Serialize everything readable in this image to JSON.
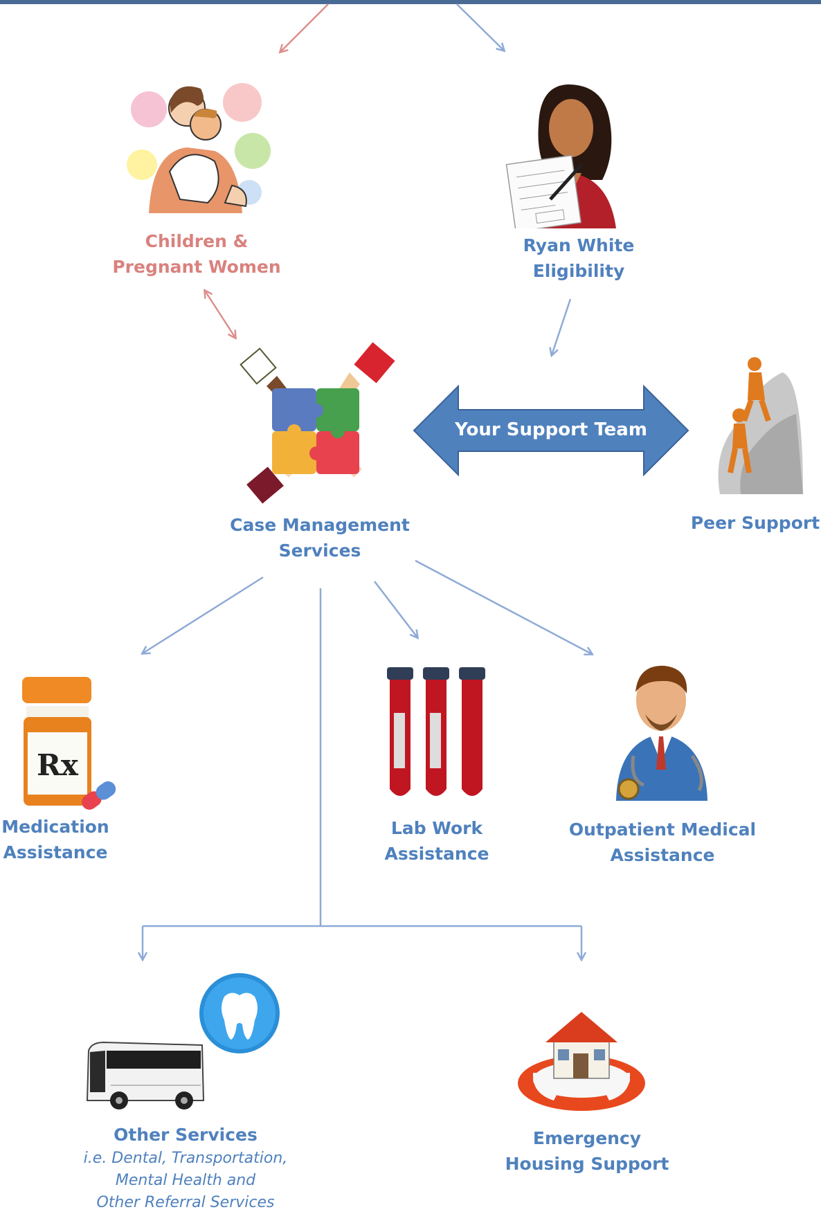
{
  "nodes": {
    "children": {
      "line1": "Children &",
      "line2": "Pregnant Women"
    },
    "ryan_white": {
      "line1": "Ryan White",
      "line2": "Eligibility"
    },
    "case_management": {
      "line1": "Case Management",
      "line2": "Services"
    },
    "support_team": {
      "label": "Your Support Team"
    },
    "peer_support": {
      "label": "Peer Support"
    },
    "medication": {
      "line1": "Medication",
      "line2": "Assistance"
    },
    "lab_work": {
      "line1": "Lab Work",
      "line2": "Assistance"
    },
    "outpatient": {
      "line1": "Outpatient Medical",
      "line2": "Assistance"
    },
    "other_services": {
      "title": "Other Services",
      "note1": "i.e. Dental, Transportation,",
      "note2": "Mental Health and",
      "note3": "Other Referral Services"
    },
    "housing": {
      "line1": "Emergency",
      "line2": "Housing Support"
    }
  },
  "colors": {
    "blue_text": "#4f81bd",
    "pink_text": "#d9827e",
    "arrow_blue": "#8eaad6",
    "arrow_pink": "#dc8f8c",
    "bar": "#4a6a96"
  },
  "icons": [
    "mother-child-icon",
    "form-signing-woman-icon",
    "puzzle-hands-icon",
    "climbers-icon",
    "pill-bottle-icon",
    "test-tubes-icon",
    "doctor-icon",
    "tooth-icon",
    "bus-icon",
    "house-lifebuoy-icon"
  ]
}
